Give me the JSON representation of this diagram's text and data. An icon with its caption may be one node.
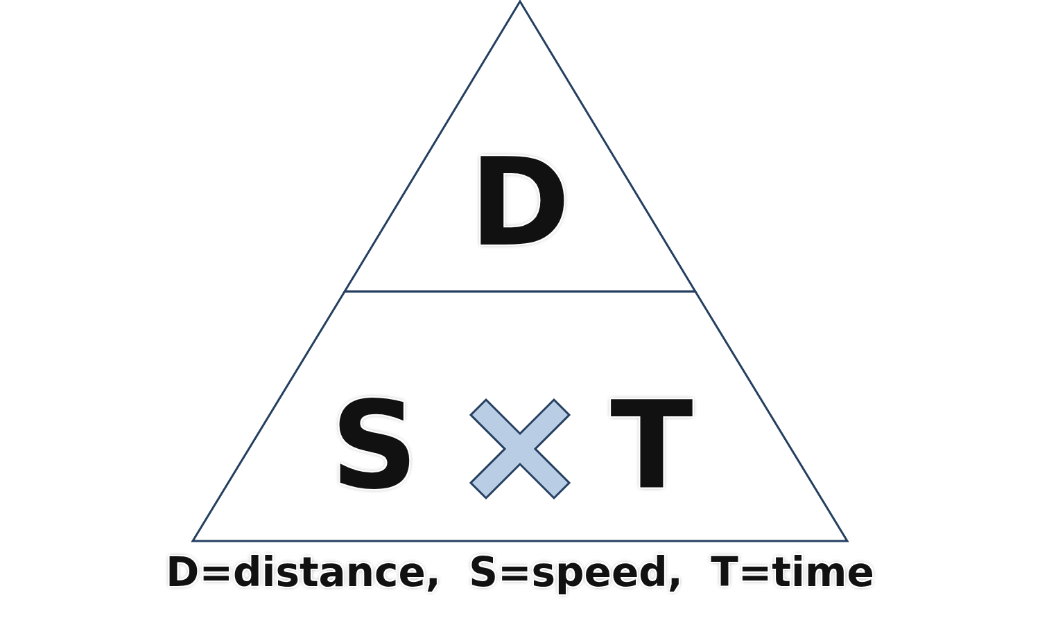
{
  "diagram": {
    "caption": "D=distance,  S=speed,  T=time",
    "nodes": [
      {
        "text": [
          "D"
        ]
      },
      {
        "text": [
          "S",
          "T"
        ]
      }
    ]
  }
}
